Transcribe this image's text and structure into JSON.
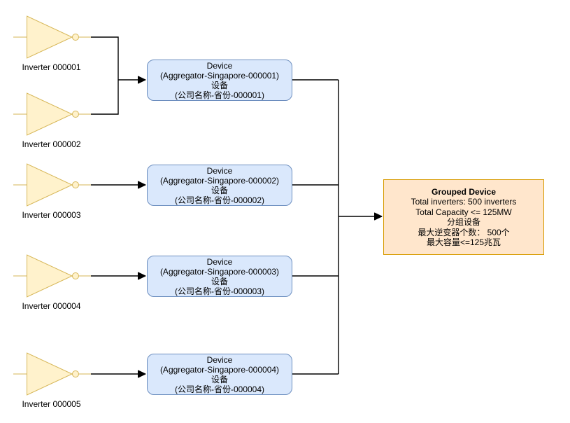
{
  "inverters": [
    {
      "label": "Inverter 000001"
    },
    {
      "label": "Inverter 000002"
    },
    {
      "label": "Inverter 000003"
    },
    {
      "label": "Inverter 000004"
    },
    {
      "label": "Inverter 000005"
    }
  ],
  "devices": [
    {
      "lines": [
        "Device",
        "(Aggregator-Singapore-000001)",
        "设备",
        "(公司名称-省份-000001)"
      ]
    },
    {
      "lines": [
        "Device",
        "(Aggregator-Singapore-000002)",
        "设备",
        "(公司名称-省份-000002)"
      ]
    },
    {
      "lines": [
        "Device",
        "(Aggregator-Singapore-000003)",
        "设备",
        "(公司名称-省份-000003)"
      ]
    },
    {
      "lines": [
        "Device",
        "(Aggregator-Singapore-000004)",
        "设备",
        "(公司名称-省份-000004)"
      ]
    }
  ],
  "grouped_device": {
    "title": "Grouped Device",
    "lines": [
      "Total inverters: 500 inverters",
      "Total Capacity <= 125MW",
      "分组设备",
      "最大逆变器个数： 500个",
      "最大容量<=125兆瓦"
    ]
  },
  "colors": {
    "inverter_fill": "#FFF2CC",
    "inverter_stroke": "#D6B656",
    "device_fill": "#DAE8FC",
    "device_stroke": "#6C8EBF",
    "grouped_fill": "#FFE6CC",
    "grouped_stroke": "#D79B00",
    "connector": "#000000",
    "text": "#000000"
  }
}
